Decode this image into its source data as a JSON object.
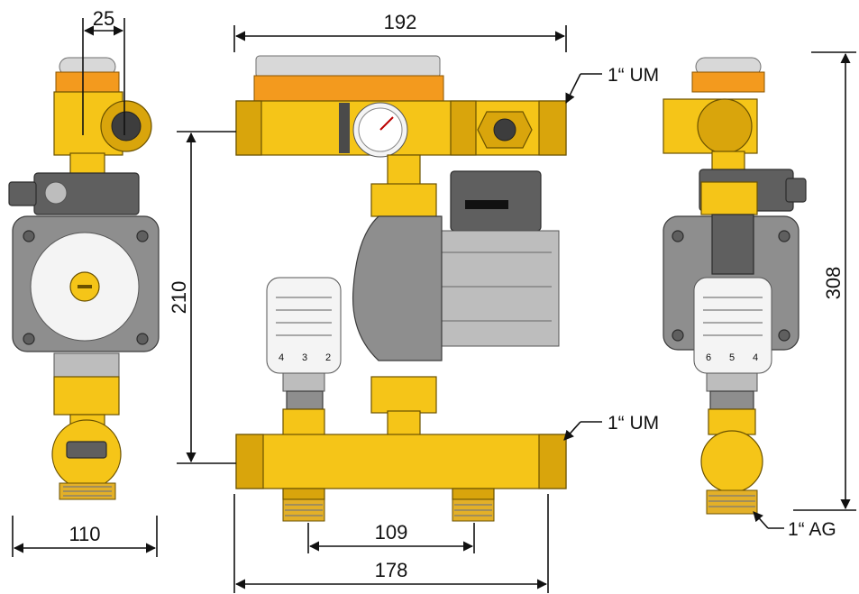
{
  "dimensions": {
    "top_width": "192",
    "side_left_top": "25",
    "height_center": "210",
    "height_total": "308",
    "width_left_bottom": "110",
    "outlet_spacing": "109",
    "manifold_width": "178"
  },
  "connections": {
    "top_right": "1“ UM",
    "bottom_right": "1“ UM",
    "bottom_right_side": "1“ AG"
  },
  "knob_center": {
    "n1": "4",
    "n2": "3",
    "n3": "2"
  },
  "knob_right": {
    "n1": "6",
    "n2": "5",
    "n3": "4"
  },
  "colors": {
    "brass": "#f5c518",
    "orange": "#f39a1e",
    "grey": "#8e8e8e"
  }
}
